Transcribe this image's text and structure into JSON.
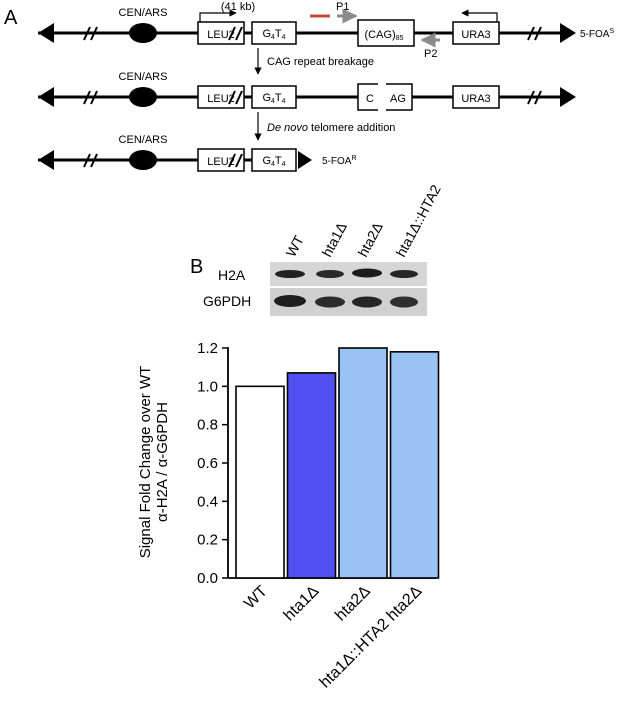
{
  "panel_a": {
    "label": "A",
    "cen_ars": "CEN/ARS",
    "leu2": "LEU2",
    "g4t4_g": "G",
    "g4t4_sub": "4",
    "g4t4_t": "T",
    "distance": "(41 kb)",
    "cag": "(CAG)",
    "cag_sub": "85",
    "ura3": "URA3",
    "p1": "P1",
    "p2": "P2",
    "foa_s": "5-FOA",
    "foa_s_sup": "S",
    "foa_r": "5-FOA",
    "foa_r_sup": "R",
    "break_left": "C",
    "break_right": "AG",
    "step1": "CAG repeat breakage",
    "step2_italic": "De novo",
    "step2_rest": " telomere addition"
  },
  "panel_b": {
    "label": "B",
    "blot_lanes": [
      "WT",
      "hta1Δ",
      "hta2Δ",
      "hta1Δ::HTA2"
    ],
    "blot_rows": [
      "H2A",
      "G6PDH"
    ]
  },
  "colors": {
    "bar_wt": "#ffffff",
    "bar_hta1": "#5050f0",
    "bar_hta2": "#99c2f5",
    "primer_red": "#c8463e",
    "primer_gray": "#8a8a8a"
  },
  "chart_data": {
    "type": "bar",
    "ylabel": "Signal Fold Change over WT\nα-H2A / α-G6PDH",
    "ylim": [
      0.0,
      1.2
    ],
    "yticks": [
      "0.0",
      "0.2",
      "0.4",
      "0.6",
      "0.8",
      "1.0",
      "1.2"
    ],
    "categories": [
      "WT",
      "hta1Δ",
      "hta2Δ",
      "hta1Δ::HTA2 hta2Δ"
    ],
    "values": [
      1.0,
      1.07,
      1.2,
      1.18
    ],
    "bar_colors": [
      "#ffffff",
      "#5050f0",
      "#99c2f5",
      "#99c2f5"
    ]
  }
}
